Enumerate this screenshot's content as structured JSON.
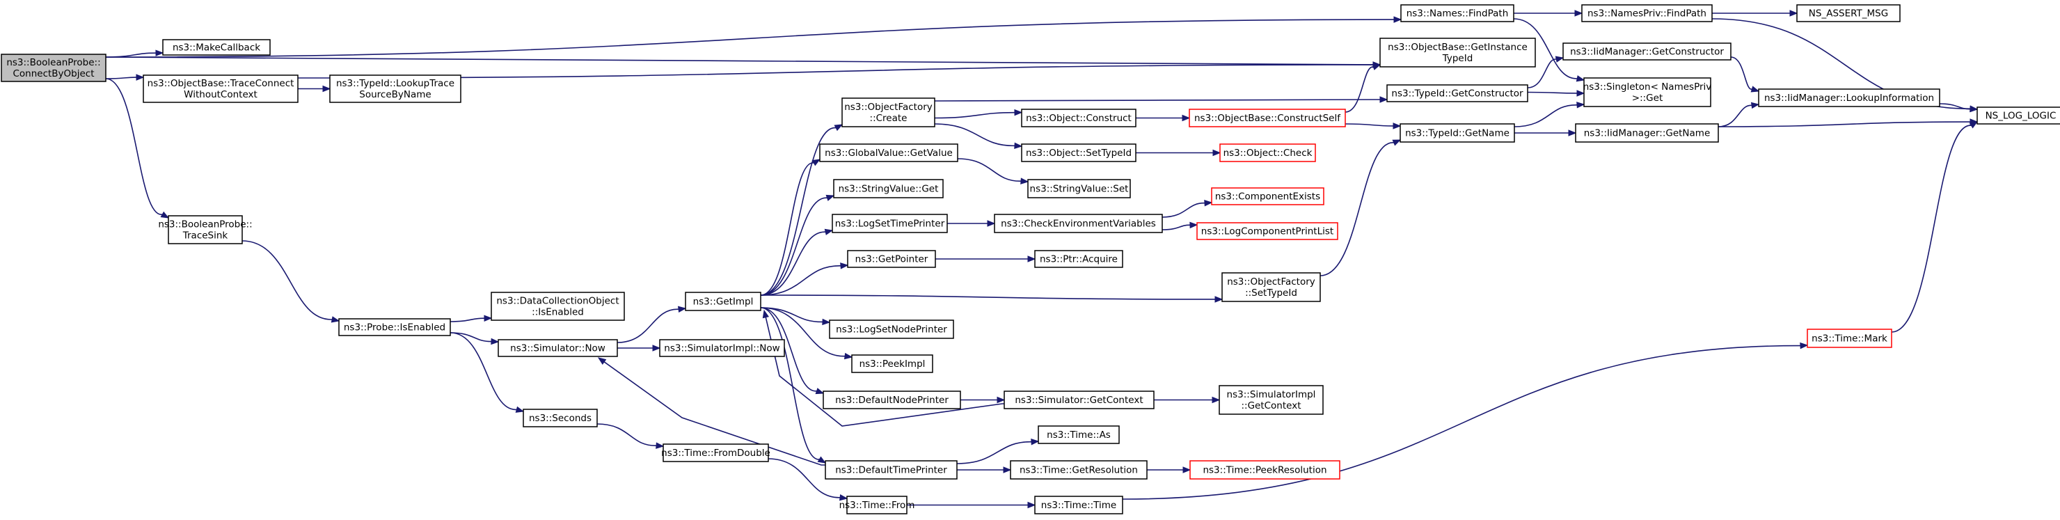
{
  "graph": {
    "colors": {
      "edge": "#191970",
      "node_border": "#000000",
      "missing_border": "#ff0000",
      "root_fill": "#bfbfbf",
      "node_fill": "#ffffff"
    },
    "nodes": {
      "root": {
        "lines": [
          "ns3::BooleanProbe::",
          "ConnectByObject"
        ],
        "style": "root"
      },
      "makecb": {
        "lines": [
          "ns3::MakeCallback"
        ]
      },
      "traceconn": {
        "lines": [
          "ns3::ObjectBase::TraceConnect",
          "WithoutContext"
        ]
      },
      "lookuptrace": {
        "lines": [
          "ns3::TypeId::LookupTrace",
          "SourceByName"
        ]
      },
      "tracesink": {
        "lines": [
          "ns3::BooleanProbe::",
          "TraceSink"
        ]
      },
      "isenabled": {
        "lines": [
          "ns3::Probe::IsEnabled"
        ]
      },
      "dcoenabled": {
        "lines": [
          "ns3::DataCollectionObject",
          "::IsEnabled"
        ]
      },
      "simnow": {
        "lines": [
          "ns3::Simulator::Now"
        ]
      },
      "seconds": {
        "lines": [
          "ns3::Seconds"
        ]
      },
      "fromdouble": {
        "lines": [
          "ns3::Time::FromDouble"
        ]
      },
      "simimplnow": {
        "lines": [
          "ns3::SimulatorImpl::Now"
        ]
      },
      "getimpl": {
        "lines": [
          "ns3::GetImpl"
        ]
      },
      "timefrom": {
        "lines": [
          "ns3::Time::From"
        ]
      },
      "objfactcreate": {
        "lines": [
          "ns3::ObjectFactory",
          "::Create"
        ]
      },
      "gvgetvalue": {
        "lines": [
          "ns3::GlobalValue::GetValue"
        ]
      },
      "svget": {
        "lines": [
          "ns3::StringValue::Get"
        ]
      },
      "logsettime": {
        "lines": [
          "ns3::LogSetTimePrinter"
        ]
      },
      "getpointer": {
        "lines": [
          "ns3::GetPointer"
        ]
      },
      "logsetnode": {
        "lines": [
          "ns3::LogSetNodePrinter"
        ]
      },
      "peekimpl": {
        "lines": [
          "ns3::PeekImpl"
        ]
      },
      "defnode": {
        "lines": [
          "ns3::DefaultNodePrinter"
        ]
      },
      "deftime": {
        "lines": [
          "ns3::DefaultTimePrinter"
        ]
      },
      "objconstruct": {
        "lines": [
          "ns3::Object::Construct"
        ]
      },
      "objsettypeid": {
        "lines": [
          "ns3::Object::SetTypeId"
        ]
      },
      "svset": {
        "lines": [
          "ns3::StringValue::Set"
        ]
      },
      "checkenv": {
        "lines": [
          "ns3::CheckEnvironmentVariables"
        ]
      },
      "ptracquire": {
        "lines": [
          "ns3::Ptr::Acquire"
        ]
      },
      "simgetctx": {
        "lines": [
          "ns3::Simulator::GetContext"
        ]
      },
      "timeas": {
        "lines": [
          "ns3::Time::As"
        ]
      },
      "timegetres": {
        "lines": [
          "ns3::Time::GetResolution"
        ]
      },
      "timetime": {
        "lines": [
          "ns3::Time::Time"
        ]
      },
      "constructself": {
        "lines": [
          "ns3::ObjectBase::ConstructSelf"
        ],
        "style": "missing"
      },
      "objcheck": {
        "lines": [
          "ns3::Object::Check"
        ],
        "style": "missing"
      },
      "compexists": {
        "lines": [
          "ns3::ComponentExists"
        ],
        "style": "missing"
      },
      "logcompprint": {
        "lines": [
          "ns3::LogComponentPrintList"
        ],
        "style": "missing"
      },
      "ofsettypeid": {
        "lines": [
          "ns3::ObjectFactory",
          "::SetTypeId"
        ]
      },
      "simimplgetctx": {
        "lines": [
          "ns3::SimulatorImpl",
          "::GetContext"
        ]
      },
      "peekres": {
        "lines": [
          "ns3::Time::PeekResolution"
        ],
        "style": "missing"
      },
      "namesfind": {
        "lines": [
          "ns3::Names::FindPath"
        ]
      },
      "getinsttid": {
        "lines": [
          "ns3::ObjectBase::GetInstance",
          "TypeId"
        ]
      },
      "tidgetctor": {
        "lines": [
          "ns3::TypeId::GetConstructor"
        ]
      },
      "tidgetname": {
        "lines": [
          "ns3::TypeId::GetName"
        ]
      },
      "namesprivfind": {
        "lines": [
          "ns3::NamesPriv::FindPath"
        ]
      },
      "iidgetctor": {
        "lines": [
          "ns3::IidManager::GetConstructor"
        ]
      },
      "singletonget": {
        "lines": [
          "ns3::Singleton< NamesPriv",
          " >::Get"
        ]
      },
      "iidgetname": {
        "lines": [
          "ns3::IidManager::GetName"
        ]
      },
      "timemark": {
        "lines": [
          "ns3::Time::Mark"
        ],
        "style": "missing"
      },
      "nsassert": {
        "lines": [
          "NS_ASSERT_MSG"
        ]
      },
      "iidlookup": {
        "lines": [
          "ns3::IidManager::LookupInformation"
        ]
      },
      "nslog": {
        "lines": [
          "NS_LOG_LOGIC"
        ]
      }
    },
    "edges": [
      [
        "root",
        "makecb"
      ],
      [
        "root",
        "traceconn"
      ],
      [
        "root",
        "tracesink"
      ],
      [
        "root",
        "namesfind"
      ],
      [
        "root",
        "getinsttid"
      ],
      [
        "traceconn",
        "lookuptrace"
      ],
      [
        "traceconn",
        "getinsttid"
      ],
      [
        "tracesink",
        "isenabled"
      ],
      [
        "isenabled",
        "dcoenabled"
      ],
      [
        "isenabled",
        "simnow"
      ],
      [
        "isenabled",
        "seconds"
      ],
      [
        "simnow",
        "getimpl"
      ],
      [
        "simnow",
        "simimplnow"
      ],
      [
        "seconds",
        "fromdouble"
      ],
      [
        "fromdouble",
        "timefrom"
      ],
      [
        "timefrom",
        "timetime"
      ],
      [
        "getimpl",
        "objfactcreate"
      ],
      [
        "getimpl",
        "gvgetvalue"
      ],
      [
        "getimpl",
        "svget"
      ],
      [
        "getimpl",
        "logsettime"
      ],
      [
        "getimpl",
        "getpointer"
      ],
      [
        "getimpl",
        "logsetnode"
      ],
      [
        "getimpl",
        "peekimpl"
      ],
      [
        "getimpl",
        "defnode"
      ],
      [
        "getimpl",
        "deftime"
      ],
      [
        "getimpl",
        "ofsettypeid"
      ],
      [
        "objfactcreate",
        "objconstruct"
      ],
      [
        "objfactcreate",
        "objsettypeid"
      ],
      [
        "objfactcreate",
        "tidgetctor"
      ],
      [
        "gvgetvalue",
        "svset"
      ],
      [
        "logsettime",
        "checkenv"
      ],
      [
        "checkenv",
        "compexists"
      ],
      [
        "checkenv",
        "logcompprint"
      ],
      [
        "getpointer",
        "ptracquire"
      ],
      [
        "defnode",
        "simgetctx"
      ],
      [
        "simgetctx",
        "getimpl"
      ],
      [
        "simgetctx",
        "simimplgetctx"
      ],
      [
        "deftime",
        "simnow"
      ],
      [
        "deftime",
        "timeas"
      ],
      [
        "deftime",
        "timegetres"
      ],
      [
        "timegetres",
        "peekres"
      ],
      [
        "objconstruct",
        "constructself"
      ],
      [
        "objsettypeid",
        "objcheck"
      ],
      [
        "constructself",
        "getinsttid"
      ],
      [
        "constructself",
        "tidgetname"
      ],
      [
        "ofsettypeid",
        "tidgetname"
      ],
      [
        "timetime",
        "timemark"
      ],
      [
        "timemark",
        "nslog"
      ],
      [
        "namesfind",
        "namesprivfind"
      ],
      [
        "namesfind",
        "singletonget"
      ],
      [
        "namesprivfind",
        "nsassert"
      ],
      [
        "namesprivfind",
        "nslog"
      ],
      [
        "tidgetctor",
        "iidgetctor"
      ],
      [
        "tidgetctor",
        "singletonget"
      ],
      [
        "tidgetname",
        "singletonget"
      ],
      [
        "tidgetname",
        "iidgetname"
      ],
      [
        "iidgetctor",
        "iidlookup"
      ],
      [
        "iidgetname",
        "iidlookup"
      ],
      [
        "iidgetname",
        "nslog"
      ],
      [
        "iidlookup",
        "nslog"
      ]
    ]
  }
}
